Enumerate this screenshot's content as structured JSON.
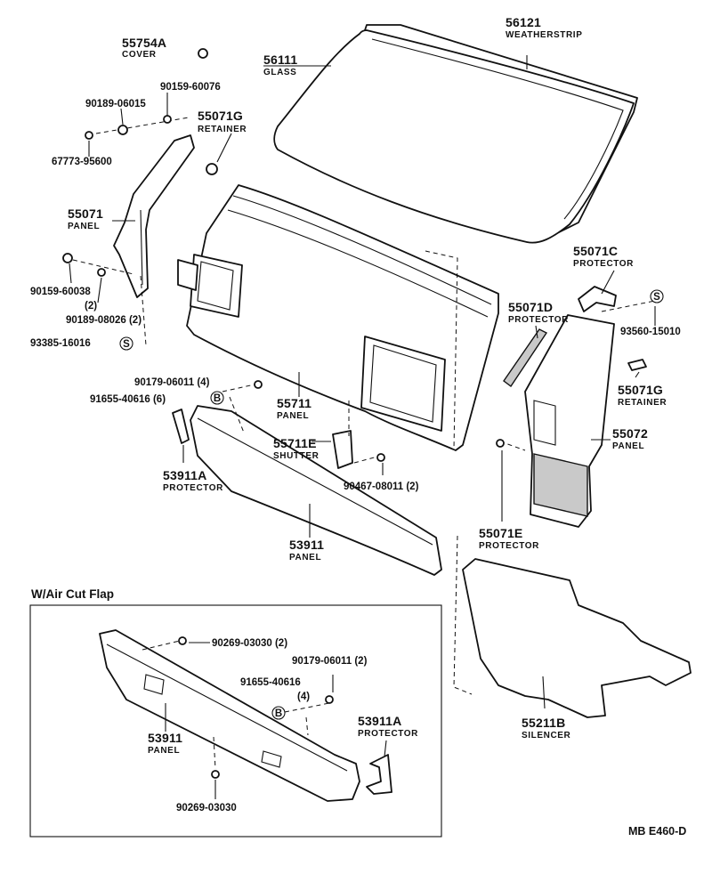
{
  "labels": {
    "l56121": {
      "num": "56121",
      "name": "WEATHERSTRIP"
    },
    "l55754A": {
      "num": "55754A",
      "name": "COVER"
    },
    "l56111": {
      "num": "56111",
      "name": "GLASS"
    },
    "l90159_60076": {
      "num": "90159-60076"
    },
    "l90189_06015": {
      "num": "90189-06015"
    },
    "l55071G_top": {
      "num": "55071G",
      "name": "RETAINER"
    },
    "l67773": {
      "num": "67773-95600"
    },
    "l55071": {
      "num": "55071",
      "name": "PANEL"
    },
    "l90159_60038": {
      "num": "90159-60038",
      "qty": "(2)"
    },
    "l90189_08026": {
      "num": "90189-08026 (2)"
    },
    "l93385": {
      "num": "93385-16016"
    },
    "l55071C": {
      "num": "55071C",
      "name": "PROTECTOR"
    },
    "l93560": {
      "num": "93560-15010"
    },
    "l55071D": {
      "num": "55071D",
      "name": "PROTECTOR"
    },
    "l55071G_right": {
      "num": "55071G",
      "name": "RETAINER"
    },
    "l90179_main": {
      "num": "90179-06011 (4)"
    },
    "l91655_main": {
      "num": "91655-40616 (6)"
    },
    "l55711": {
      "num": "55711",
      "name": "PANEL"
    },
    "l55711E": {
      "num": "55711E",
      "name": "SHUTTER"
    },
    "l90467": {
      "num": "90467-08011 (2)"
    },
    "l55072": {
      "num": "55072",
      "name": "PANEL"
    },
    "l53911A_main": {
      "num": "53911A",
      "name": "PROTECTOR"
    },
    "l53911_main": {
      "num": "53911",
      "name": "PANEL"
    },
    "l55071E": {
      "num": "55071E",
      "name": "PROTECTOR"
    },
    "l55211B": {
      "num": "55211B",
      "name": "SILENCER"
    },
    "box_title": "W/Air Cut Flap",
    "l90269_top": {
      "num": "90269-03030 (2)"
    },
    "l90179_box": {
      "num": "90179-06011 (2)"
    },
    "l91655_box": {
      "num": "91655-40616",
      "qty": "(4)"
    },
    "l53911A_box": {
      "num": "53911A",
      "name": "PROTECTOR"
    },
    "l53911_box": {
      "num": "53911",
      "name": "PANEL"
    },
    "l90269_bottom": {
      "num": "90269-03030"
    },
    "symbol_s": "S",
    "symbol_b": "B",
    "code": "MB  E460-D"
  }
}
